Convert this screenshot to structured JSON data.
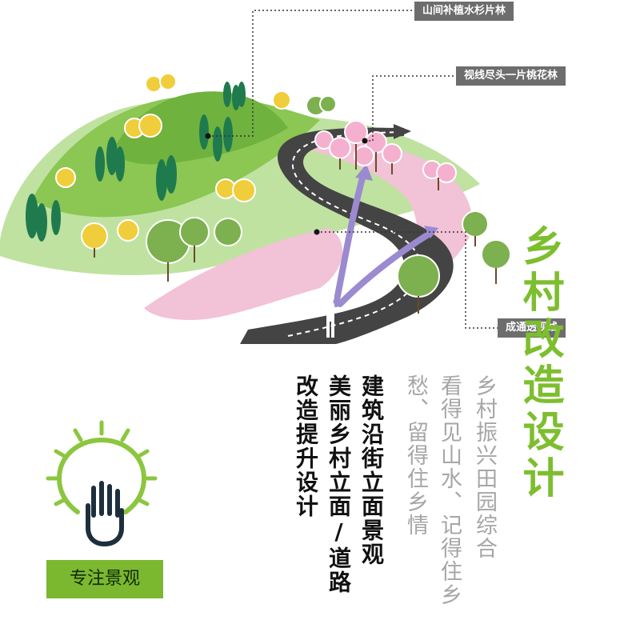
{
  "callouts": {
    "fir_forest": "山间补植水杉片林",
    "peach_grove": "视线尽头一片桃花林",
    "sightline": "成通透视线"
  },
  "title": {
    "main": "乡村改造设计"
  },
  "subtitle_lines": [
    "乡村振兴田园综合",
    "看得见山水、记得住乡",
    "愁、留得住乡情"
  ],
  "bold_lines": [
    "建筑沿街立面景观",
    "美丽乡村立面/道路",
    "改造提升设计"
  ],
  "badge": {
    "label": "专注景观"
  },
  "colors": {
    "brand_green": "#7dbe2f",
    "badge_green": "#7cb82f",
    "hill_green": "#8cc653",
    "path_pink": "#f2c2d6",
    "road": "#444444",
    "callout_bg": "#6d6d6d",
    "muted_text": "#a6a6a6"
  },
  "icons": [
    "lightbulb-hand-icon",
    "person-icon",
    "arrow-icon"
  ]
}
